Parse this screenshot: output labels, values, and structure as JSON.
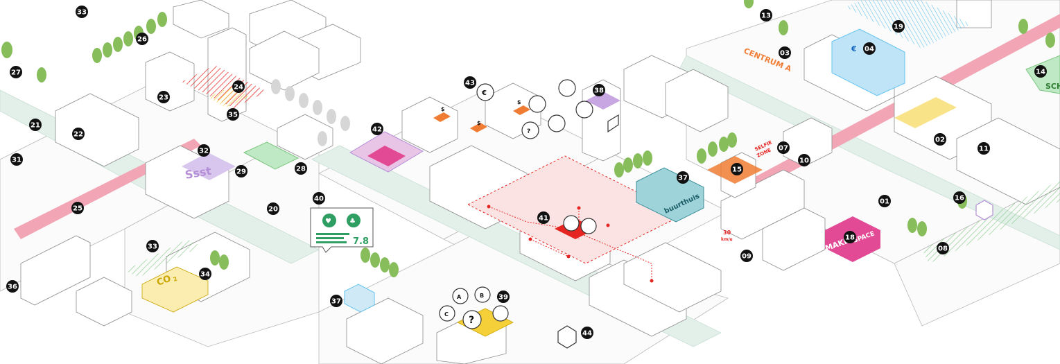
{
  "markers": [
    "33",
    "26",
    "27",
    "24",
    "23",
    "35",
    "21",
    "22",
    "31",
    "32",
    "29",
    "28",
    "25",
    "20",
    "40",
    "33",
    "36",
    "34",
    "37",
    "43",
    "42",
    "38",
    "41",
    "39",
    "44",
    "37",
    "15",
    "07",
    "10",
    "09",
    "13",
    "03",
    "04",
    "19",
    "14",
    "02",
    "11",
    "01",
    "16",
    "18",
    "08"
  ],
  "labels": {
    "centrum": "CENTRUM A",
    "sssst": "Ssst",
    "buurthuis": "buurthuis",
    "makerspace_1": "MAKER",
    "makerspace_2": "SPACE",
    "co2": "CO",
    "co2_sub": "2",
    "score": "7.8",
    "school": "SCH",
    "euro": "€",
    "question": "?",
    "zone_1": "SELFIE",
    "zone_2": "ZONE",
    "speed_1": "30",
    "speed_2": "km/u",
    "opt_a": "A",
    "opt_b": "B",
    "opt_c": "C",
    "money": "$"
  },
  "colors": {
    "marker": "#111111",
    "pink": "#f2a6b5",
    "red": "#e52521",
    "blue": "#63c3ef",
    "purple": "#b48fd6",
    "green": "#7bc67e",
    "orange": "#f07c34",
    "yellow": "#f5d039",
    "teal": "#79c3cc",
    "magenta": "#e24a95",
    "tree": "#87bd5b",
    "street": "#e3f0ea"
  }
}
